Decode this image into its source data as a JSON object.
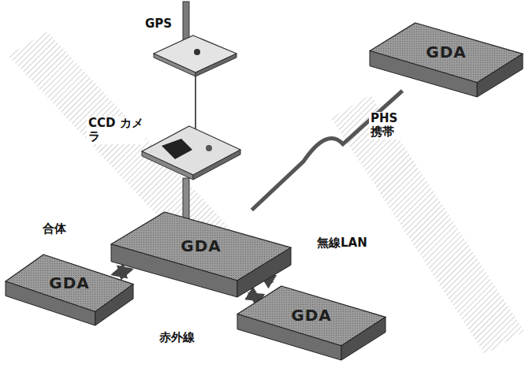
{
  "diagram": {
    "nodes": [
      {
        "text": [
          "GDA"
        ]
      },
      {
        "text": [
          "GDA"
        ]
      },
      {
        "text": [
          "GDA"
        ]
      },
      {
        "text": [
          "GDA"
        ]
      }
    ],
    "edges": [
      {
        "from": 0,
        "to": 1,
        "label": "PHS 携帯",
        "arrow": "none"
      },
      {
        "from": 0,
        "to": 2,
        "label": "合体",
        "arrow": "both"
      },
      {
        "from": 0,
        "to": 3,
        "label": "無線LAN",
        "arrow": "both"
      },
      {
        "from": 0,
        "to": 3,
        "label": "赤外線",
        "arrow": "both"
      }
    ],
    "labels": [
      "GPS",
      "CCD カメラ"
    ]
  }
}
